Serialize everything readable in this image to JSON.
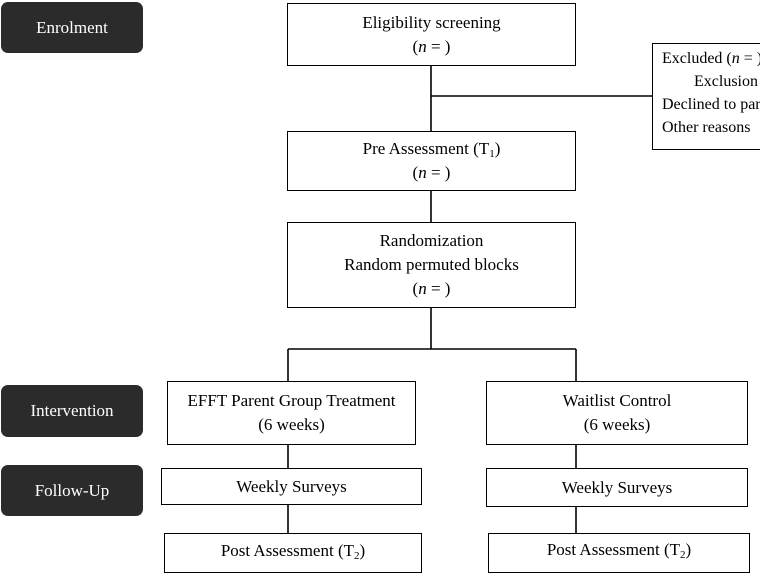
{
  "stages": {
    "enrolment": "Enrolment",
    "intervention": "Intervention",
    "followup": "Follow-Up"
  },
  "eligibility": {
    "title": "Eligibility screening",
    "n_var": "n",
    "n_eq": " ="
  },
  "excluded": {
    "title": "Excluded (",
    "n_var": "n",
    "n_eq": " = )",
    "items": [
      "Exclusion criteria",
      "Declined to participate",
      "Other reasons"
    ]
  },
  "pre": {
    "title": "Pre Assessment (T",
    "sub": "1",
    "close": ")",
    "n_var": "n",
    "n_eq": " ="
  },
  "randomization": {
    "line1": "Randomization",
    "line2": "Random permuted blocks",
    "n_var": "n",
    "n_eq": " ="
  },
  "arms": {
    "treatment": {
      "name": "EFFT Parent Group Treatment",
      "duration": "(6 weeks)",
      "surveys": "Weekly Surveys",
      "post": "Post Assessment (T",
      "post_sub": "2",
      "post_close": ")"
    },
    "control": {
      "name": "Waitlist Control",
      "duration": "(6 weeks)",
      "surveys": "Weekly Surveys",
      "post": "Post Assessment (T",
      "post_sub": "2",
      "post_close": ")"
    }
  }
}
